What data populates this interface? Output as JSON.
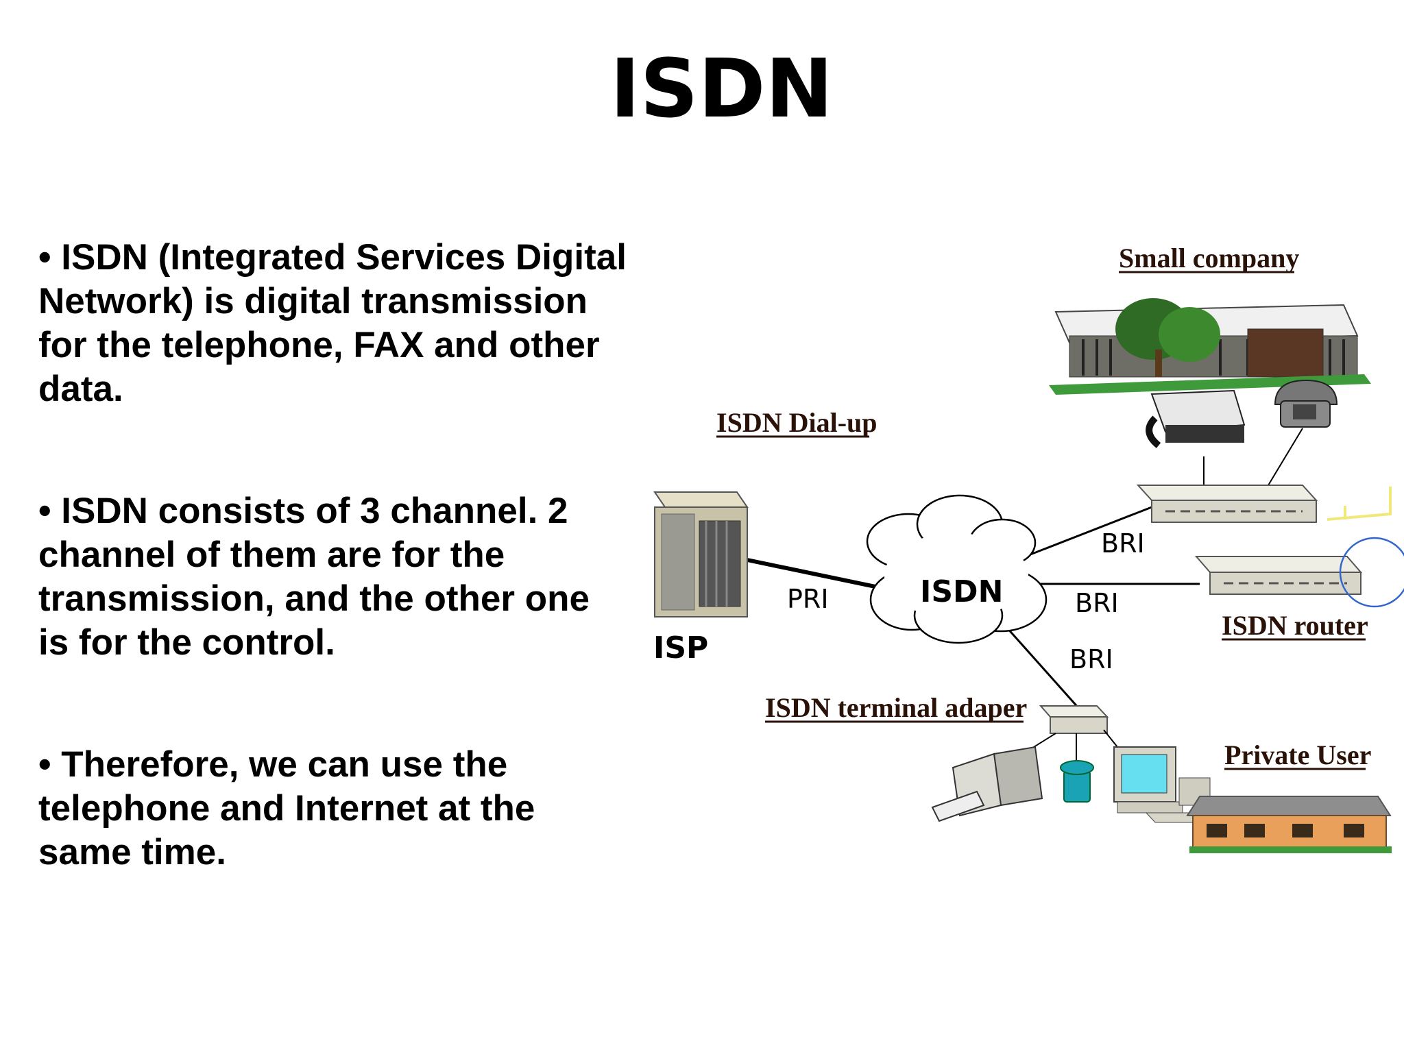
{
  "title": "ISDN",
  "bullets": [
    "• ISDN (Integrated Services Digital Network) is digital transmission for the telephone, FAX and other data.",
    "• ISDN consists of 3 channel. 2 channel of them are for the transmission, and the other one is for the control.",
    "• Therefore, we can use the telephone and Internet at the same time."
  ],
  "diagram": {
    "small_company": "Small company",
    "isdn_dialup": "ISDN Dial-up",
    "isp": "ISP",
    "pri": "PRI",
    "cloud": "ISDN",
    "bri_top": "BRI",
    "bri_mid": "BRI",
    "bri_bottom": "BRI",
    "isdn_router": "ISDN router",
    "terminal_adapter": "ISDN terminal adaper",
    "private_user": "Private User"
  }
}
